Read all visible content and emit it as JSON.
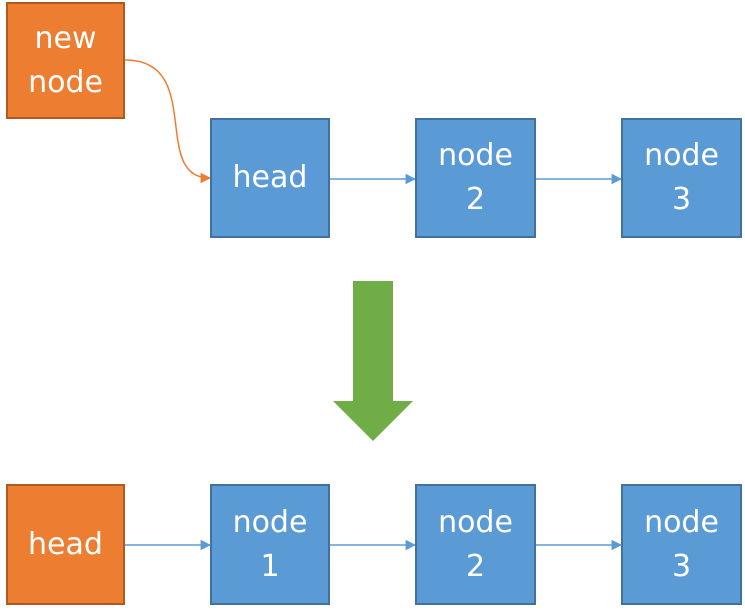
{
  "before": {
    "new_node": [
      "new",
      "node"
    ],
    "head": [
      "head"
    ],
    "node2": [
      "node",
      "2"
    ],
    "node3": [
      "node",
      "3"
    ]
  },
  "after": {
    "head": [
      "head"
    ],
    "node1": [
      "node",
      "1"
    ],
    "node2": [
      "node",
      "2"
    ],
    "node3": [
      "node",
      "3"
    ]
  },
  "colors": {
    "node_fill": "#5b9bd5",
    "node_border": "#41719c",
    "highlight_fill": "#ed7d31",
    "highlight_border": "#ae5a21",
    "link": "#5b9bd5",
    "insert_link": "#ed7d31",
    "transition_arrow": "#70ad47"
  }
}
